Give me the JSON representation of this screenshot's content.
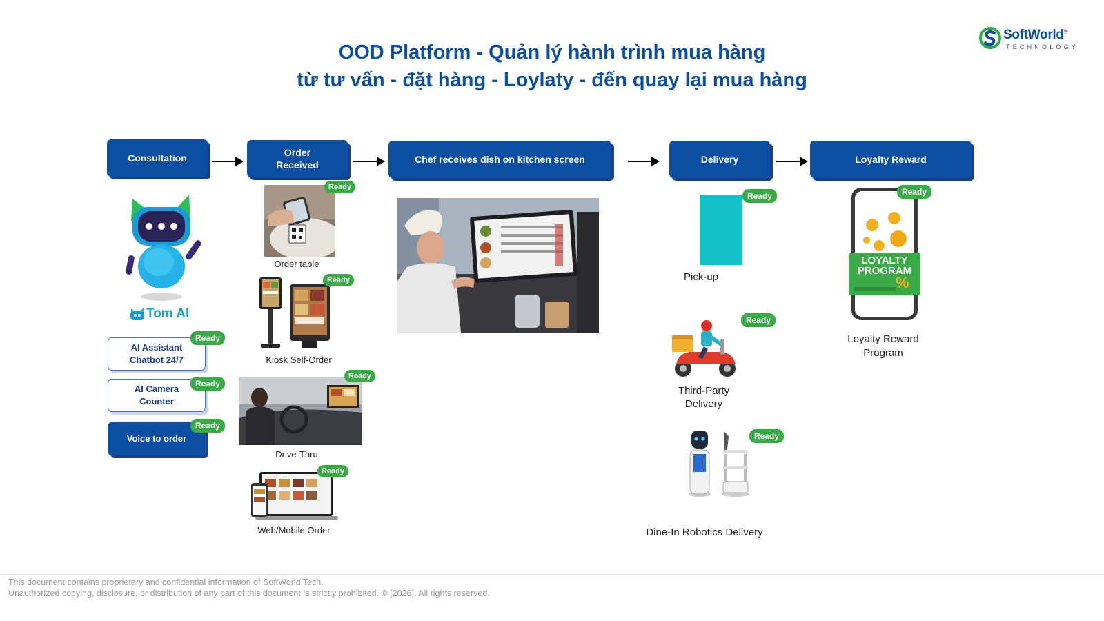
{
  "title": {
    "line1": "OOD Platform - Quản lý hành trình mua hàng",
    "line2": "từ tư vấn - đặt hàng - Loylaty - đến quay lại mua hàng"
  },
  "logo": {
    "name": "SoftWorld",
    "registered": "®",
    "tagline": "TECHNOLOGY"
  },
  "steps": [
    {
      "label": "Consultation"
    },
    {
      "label": "Order\nReceived"
    },
    {
      "label": "Chef receives dish on kitchen screen"
    },
    {
      "label": "Delivery"
    },
    {
      "label": "Loyalty Reward"
    }
  ],
  "badge": "Ready",
  "consultation": {
    "brand": "Tom AI",
    "items": [
      {
        "label": "AI Assistant\nChatbot 24/7"
      },
      {
        "label": "AI Camera\nCounter"
      },
      {
        "label": "Voice to order"
      }
    ]
  },
  "order_channels": [
    {
      "label": "Order table"
    },
    {
      "label": "Kiosk Self-Order"
    },
    {
      "label": "Drive-Thru"
    },
    {
      "label": "Web/Mobile Order"
    }
  ],
  "delivery_options": [
    {
      "label": "Pick-up"
    },
    {
      "label": "Third-Party\nDelivery"
    },
    {
      "label": "Dine-In Robotics Delivery"
    }
  ],
  "loyalty": {
    "card_text_1": "LOYALTY",
    "card_text_2": "PROGRAM",
    "card_symbol": "%",
    "label": "Loyalty Reward\nProgram"
  },
  "footer": {
    "line1": "This document contains proprietary and confidential information of SoftWorld Tech.",
    "line2": "Unauthorized copying, disclosure, or distribution of any part of this document is strictly prohibited. © [2026]. All rights reserved."
  },
  "colors": {
    "brand_blue": "#0b4ea2",
    "ready_green": "#3aaa47",
    "pickup_cyan": "#14c3c9"
  }
}
